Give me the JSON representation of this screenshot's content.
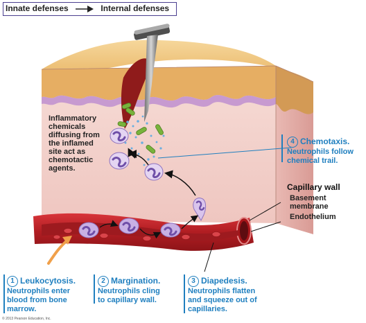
{
  "header": {
    "left_label": "Innate defenses",
    "right_label": "Internal defenses"
  },
  "labels": {
    "inflammatory_lines": [
      "Inflammatory",
      "chemicals",
      "diffusing from",
      "the inflamed",
      "site act as",
      "chemotactic",
      "agents."
    ],
    "capillary_wall": "Capillary wall",
    "basement_membrane_lines": [
      "Basement",
      "membrane"
    ],
    "endothelium": "Endothelium"
  },
  "steps": [
    {
      "number": "1",
      "title": "Leukocytosis.",
      "desc_lines": [
        "Neutrophils enter",
        "blood from bone",
        "marrow."
      ]
    },
    {
      "number": "2",
      "title": "Margination.",
      "desc_lines": [
        "Neutrophils cling",
        "to capillary wall."
      ]
    },
    {
      "number": "3",
      "title": "Diapedesis.",
      "desc_lines": [
        "Neutrophils flatten",
        "and squeeze out of",
        "capillaries."
      ]
    },
    {
      "number": "4",
      "title": "Chemotaxis.",
      "desc_lines": [
        "Neutrophils follow",
        "chemical trail."
      ]
    }
  ],
  "copyright": "© 2013 Pearson Education, Inc.",
  "colors": {
    "accent_blue": "#1f7fbf",
    "header_border": "#4a3e8f",
    "dermis_pink": "#f3d3cf",
    "epidermis_tan": "#e9b66d",
    "vessel_red": "#c0262b",
    "neutrophil_purple": "#b79ad8"
  }
}
